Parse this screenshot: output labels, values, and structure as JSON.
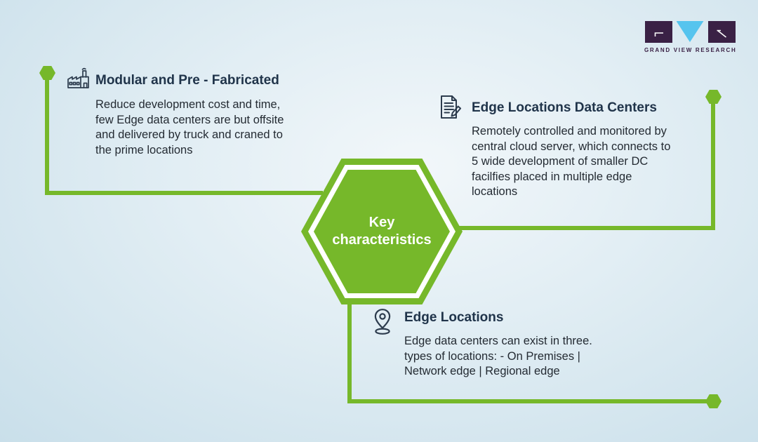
{
  "brand": {
    "logo_text": "GRAND VIEW RESEARCH",
    "logo_purple": "#3a2145",
    "logo_blue": "#56c4ee"
  },
  "colors": {
    "green": "#76b82a",
    "heading": "#20344a",
    "body_text": "#242b33",
    "icon": "#2d3c4e",
    "background": "#d9e9f1"
  },
  "center": {
    "label": "Key\ncharacteristics"
  },
  "sections": [
    {
      "icon": "factory-icon",
      "title": "Modular and Pre - Fabricated",
      "body": "Reduce development cost and time,\nfew Edge data centers are but offsite\nand delivered by truck and craned to\nthe prime locations"
    },
    {
      "icon": "document-edit-icon",
      "title": "Edge Locations Data Centers",
      "body": "Remotely controlled and monitored by\ncentral cloud server, which connects to\n5 wide development of smaller DC\nfacilfies placed in multiple edge\nlocations"
    },
    {
      "icon": "location-pin-icon",
      "title": "Edge Locations",
      "body": "Edge data centers can exist in three.\ntypes of locations: - On Premises |\nNetwork edge | Regional edge"
    }
  ]
}
